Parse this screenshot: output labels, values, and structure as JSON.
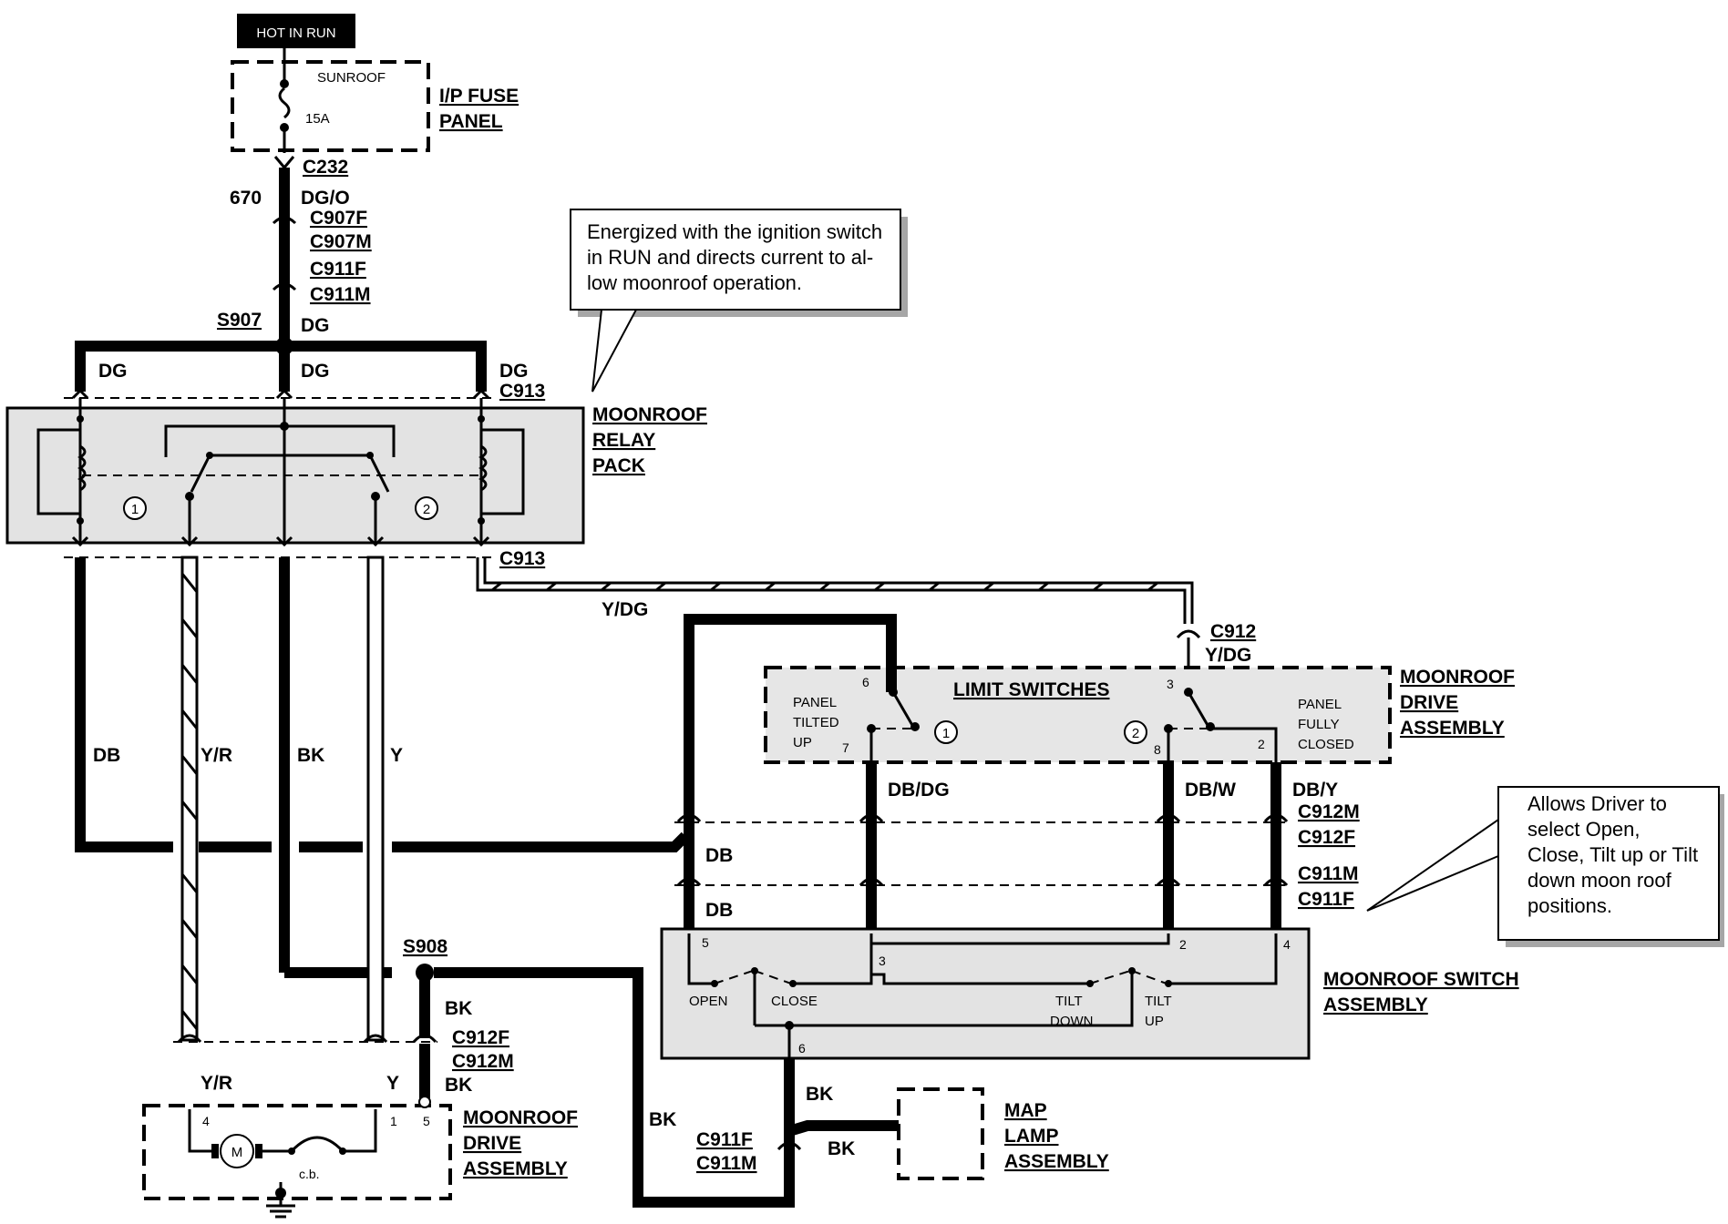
{
  "header": {
    "power_label": "HOT IN RUN"
  },
  "fuse_panel": {
    "fuse_name": "SUNROOF",
    "rating": "15A",
    "label_line1": "I/P FUSE",
    "label_line2": "PANEL"
  },
  "feed": {
    "circuit_number": "670",
    "color": "DG/O",
    "connectors": [
      "C232",
      "C907F",
      "C907M",
      "C911F",
      "C911M"
    ],
    "splice": "S907",
    "splice_color": "DG"
  },
  "callout_top": {
    "line1": "Energized with the ignition switch",
    "line2": "in  RUN and directs current to al-",
    "line3": "low moonroof operation."
  },
  "relay_pack": {
    "label_line1": "MOONROOF",
    "label_line2": "RELAY",
    "label_line3": "PACK",
    "connector_top": "C913",
    "connector_bottom": "C913",
    "relay1": "1",
    "relay2": "2",
    "input_wires": [
      "DG",
      "DG",
      "DG"
    ]
  },
  "relay_outputs": {
    "w1": "DB",
    "w2": "Y/R",
    "w3": "BK",
    "w4": "Y",
    "w5": "Y/DG"
  },
  "limit_switches": {
    "title": "LIMIT SWITCHES",
    "left_text_1": "PANEL",
    "left_text_2": "TILTED",
    "left_text_3": "UP",
    "right_text_1": "PANEL",
    "right_text_2": "FULLY",
    "right_text_3": "CLOSED",
    "pins": {
      "p6": "6",
      "p7": "7",
      "p3": "3",
      "p8": "8",
      "p2": "2"
    },
    "switch1": "1",
    "switch2": "2",
    "connector": "C912",
    "in_color": "Y/DG"
  },
  "moonroof_drive_right": {
    "line1": "MOONROOF",
    "line2": "DRIVE",
    "line3": "ASSEMBLY"
  },
  "switch_wires": {
    "db": "DB",
    "db2": "DB",
    "dbdg": "DB/DG",
    "dbw": "DB/W",
    "dby": "DB/Y",
    "connectors": [
      "C912M",
      "C912F",
      "C911M",
      "C911F"
    ]
  },
  "callout_right": {
    "line1": "Allows    Driver to",
    "line2": "select        Open,",
    "line3": "Close, Tilt up or Tilt",
    "line4": "down  moon  roof",
    "line5": "positions."
  },
  "switch_assembly": {
    "label_line1": "MOONROOF SWITCH",
    "label_line2": "ASSEMBLY",
    "open": "OPEN",
    "close": "CLOSE",
    "tilt_down_1": "TILT",
    "tilt_down_2": "DOWN",
    "tilt_up_1": "TILT",
    "tilt_up_2": "UP",
    "pins": {
      "p5": "5",
      "p3": "3",
      "p2": "2",
      "p4": "4",
      "p6": "6"
    }
  },
  "ground_branch": {
    "splice": "S908",
    "bk1": "BK",
    "bk2": "BK",
    "bk3": "BK",
    "bk4": "BK",
    "bk5": "BK",
    "conn1": "C912F",
    "conn2": "C912M",
    "conn3": "C911F",
    "conn4": "C911M"
  },
  "drive_assembly_left": {
    "line1": "MOONROOF",
    "line2": "DRIVE",
    "line3": "ASSEMBLY",
    "motor": "M",
    "breaker": "c.b.",
    "wire_yr": "Y/R",
    "wire_y": "Y",
    "pins": {
      "p4": "4",
      "p1": "1",
      "p5": "5"
    }
  },
  "map_lamp": {
    "line1": "MAP",
    "line2": "LAMP",
    "line3": "ASSEMBLY"
  }
}
